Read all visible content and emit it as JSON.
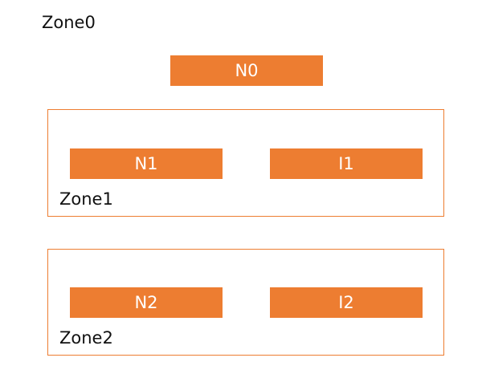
{
  "diagram": {
    "node_color": "#ed7d31",
    "zone_border_color": "#ed7d31",
    "zones": [
      {
        "label": "Zone0",
        "nodes": [
          {
            "label": "N0"
          }
        ]
      },
      {
        "label": "Zone1",
        "nodes": [
          {
            "label": "N1"
          },
          {
            "label": "I1"
          }
        ]
      },
      {
        "label": "Zone2",
        "nodes": [
          {
            "label": "N2"
          },
          {
            "label": "I2"
          }
        ]
      }
    ]
  }
}
